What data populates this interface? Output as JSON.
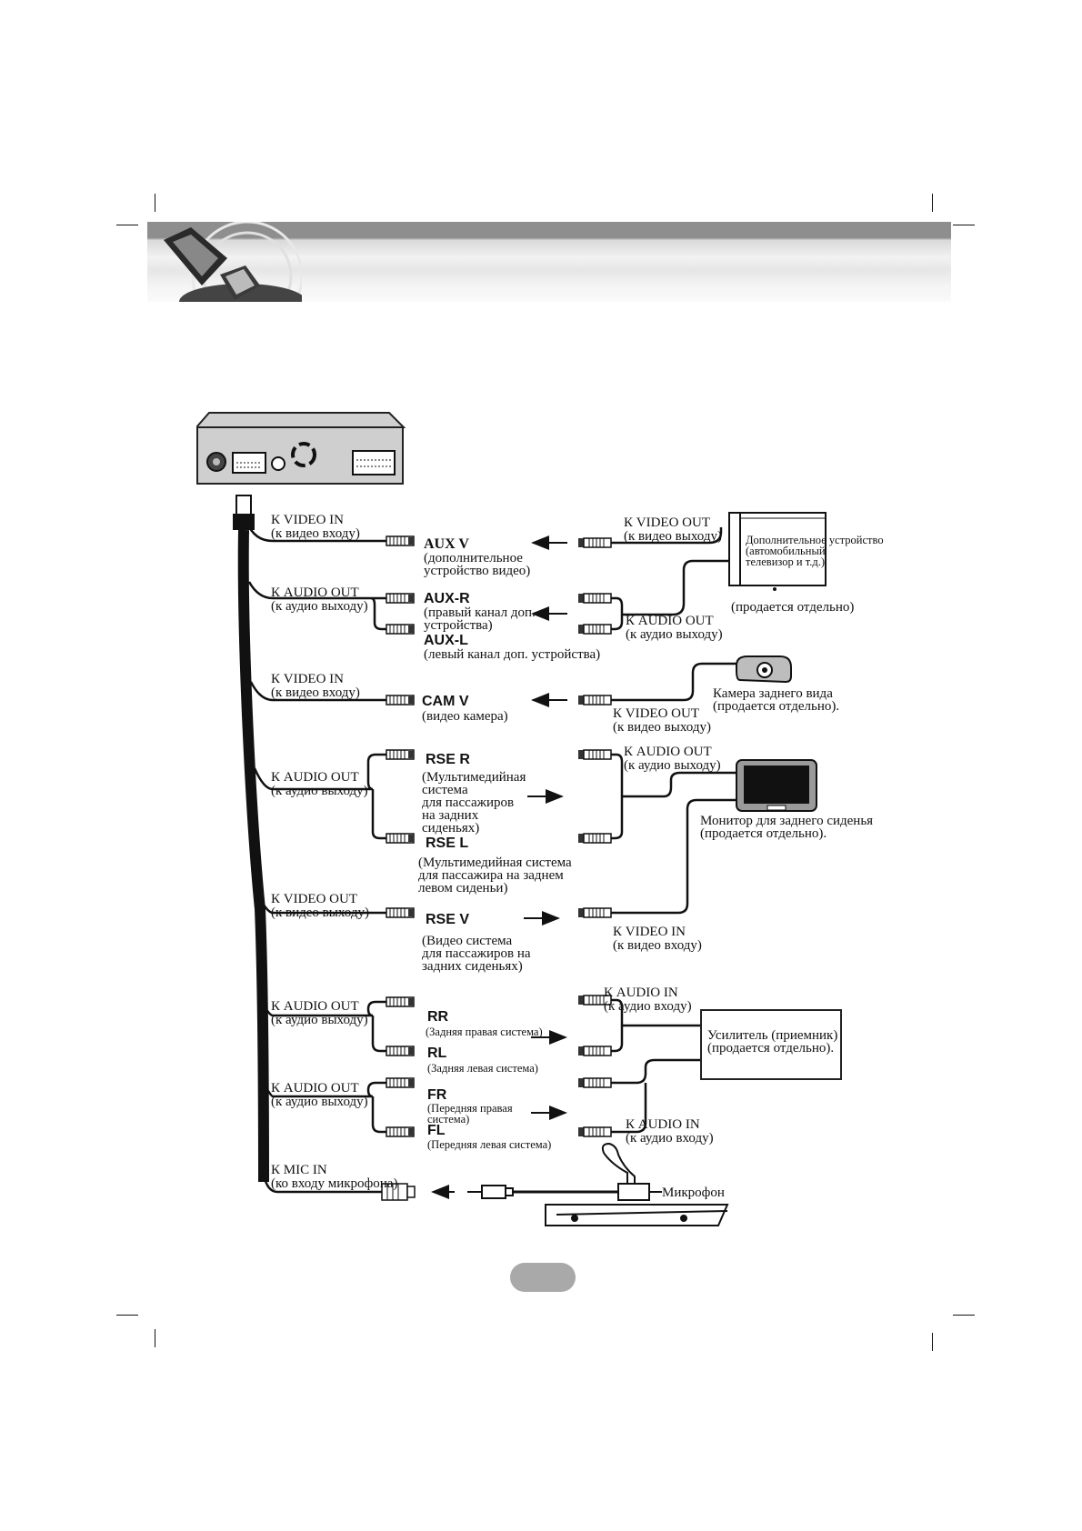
{
  "labels": {
    "video_in_1": "К VIDEO IN",
    "video_in_1_ru": "(к видео входу)",
    "audio_out_1": "К AUDIO OUT",
    "audio_out_1_ru": "(к аудио выходу)",
    "video_in_2": "К VIDEO IN",
    "video_in_2_ru": "(к видео входу)",
    "audio_out_2": "К AUDIO OUT",
    "audio_out_2_ru": "(к аудио выходу)",
    "video_out_1": "К VIDEO OUT",
    "video_out_1_ru": "(к видео выходу)",
    "audio_out_3": "К AUDIO OUT",
    "audio_out_3_ru": "(к аудио выходу)",
    "audio_out_4": "К AUDIO OUT",
    "audio_out_4_ru": "(к аудио выходу)",
    "mic_in": "К MIC IN",
    "mic_in_ru": "(ко входу микрофона)"
  },
  "connectors": {
    "aux_v": "AUX V",
    "aux_v_desc": "(дополнительное\nустройство видео)",
    "aux_r": "AUX-R",
    "aux_r_desc": "(правый канал доп.\nустройства)",
    "aux_l": "AUX-L",
    "aux_l_desc": "(левый канал доп. устройства)",
    "cam_v": "CAM V",
    "cam_v_desc": "(видео камера)",
    "rse_r": "RSE R",
    "rse_r_desc": "(Мультимедийная\nсистема\nдля пассажиров\nна задних\nсиденьях)",
    "rse_l": "RSE L",
    "rse_l_desc": "(Мультимедийная система\nдля пассажира на заднем\nлевом сиденьи)",
    "rse_v": "RSE V",
    "rse_v_desc": "(Видео система\nдля пассажиров на\nзадних сиденьях)",
    "rr": "RR",
    "rr_desc": "(Задняя правая система)",
    "rl": "RL",
    "rl_desc": "(Задняя левая система)",
    "fr": "FR",
    "fr_desc": "(Передняя правая\nсистема)",
    "fl": "FL",
    "fl_desc": "(Передняя левая система)"
  },
  "devices": {
    "aux_device_video_out": "К VIDEO OUT",
    "aux_device_video_out_ru": "(к видео выходу)",
    "aux_device": "Дополнительное устройство\n(автомобильный\nтелевизор и т.д.)",
    "aux_device_sold": "(продается отдельно)",
    "aux_device_audio_out": "К AUDIO OUT",
    "aux_device_audio_out_ru": "(к аудио выходу)",
    "camera": "Камера заднего вида\n(продается отдельно).",
    "camera_video_out": "К VIDEO OUT",
    "camera_video_out_ru": "(к видео выходу)",
    "monitor_audio_out": "К AUDIO OUT",
    "monitor_audio_out_ru": "(к аудио выходу)",
    "monitor": "Монитор для заднего сиденья\n(продается отдельно).",
    "monitor_video_in": "К VIDEO IN",
    "monitor_video_in_ru": "(к видео входу)",
    "amp_audio_in_1": "К AUDIO IN",
    "amp_audio_in_1_ru": "(к аудио входу)",
    "amplifier": "Усилитель (приемник)\n(продается отдельно).",
    "amp_audio_in_2": "К AUDIO IN",
    "amp_audio_in_2_ru": "(к аудио входу)",
    "microphone": "Микрофон"
  }
}
